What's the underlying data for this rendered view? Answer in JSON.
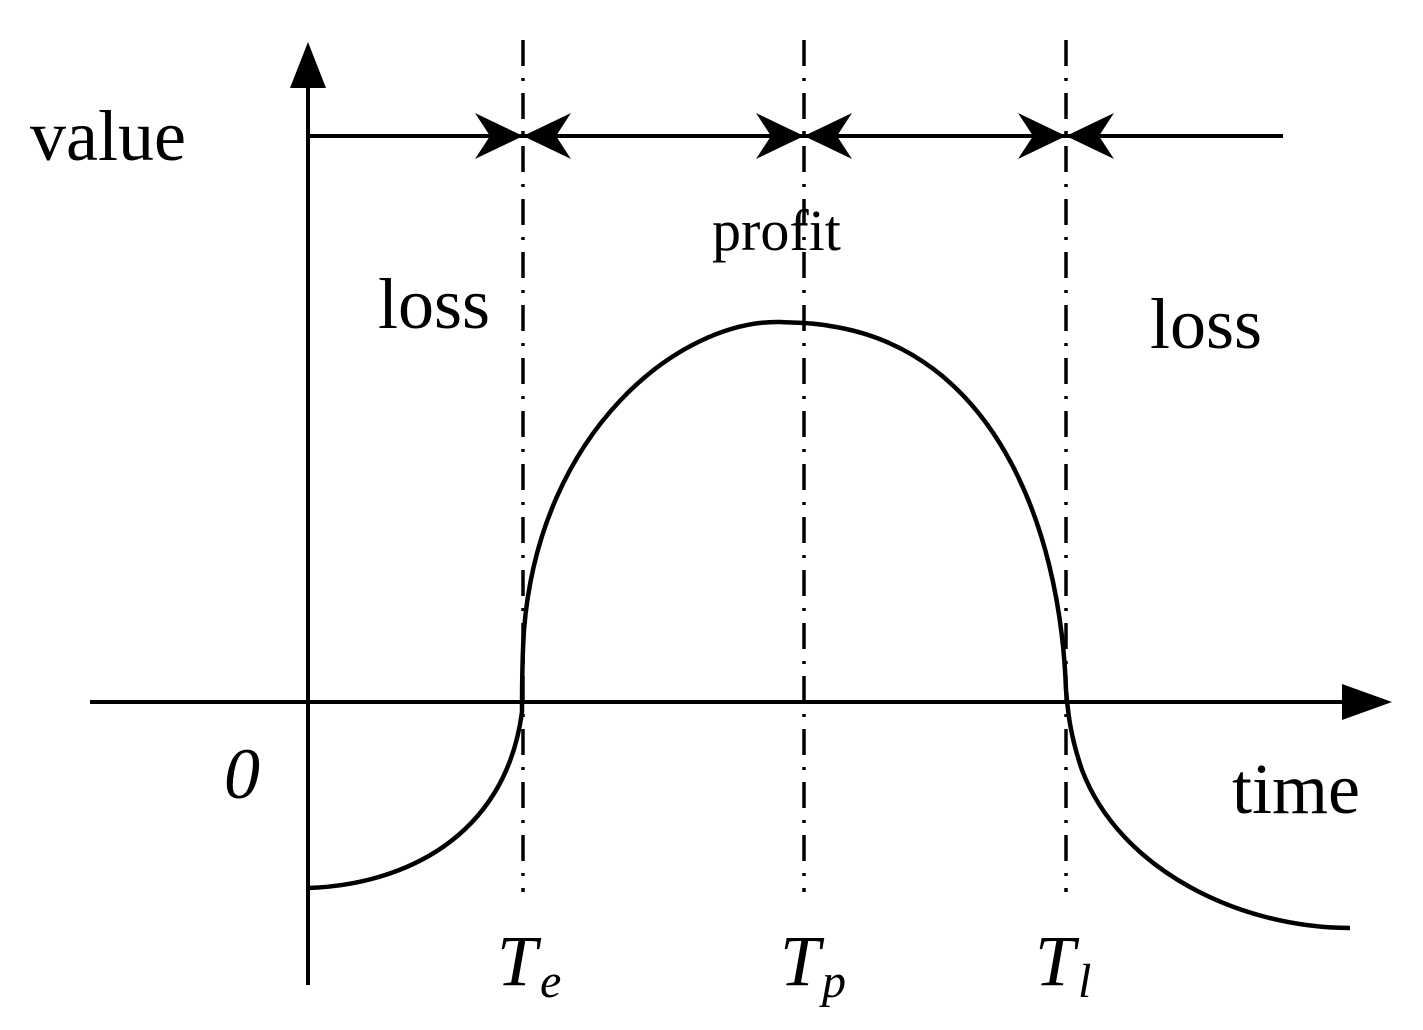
{
  "diagram": {
    "y_axis_label": "value",
    "x_axis_label": "time",
    "origin_label": "0",
    "region_labels": {
      "left": "loss",
      "middle": "profit",
      "right": "loss"
    },
    "markers": [
      {
        "base": "T",
        "sub": "e"
      },
      {
        "base": "T",
        "sub": "p"
      },
      {
        "base": "T",
        "sub": "l"
      }
    ],
    "line_color": "#000000",
    "background": "#ffffff"
  }
}
